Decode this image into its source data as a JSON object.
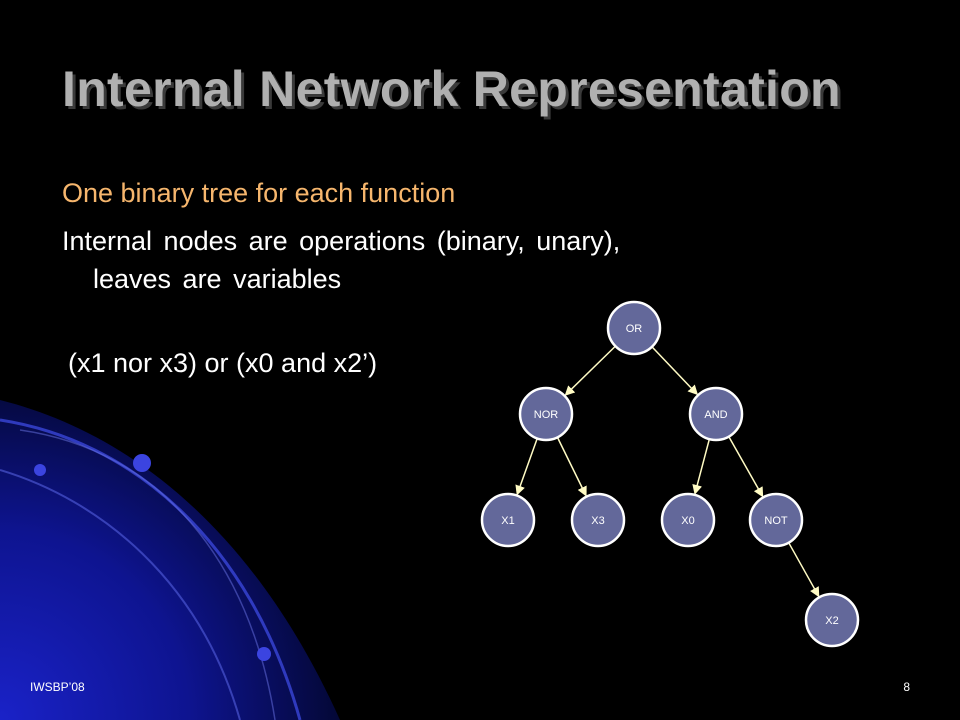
{
  "slide": {
    "title": "Internal Network Representation",
    "bullets": [
      "One binary tree for each function",
      "Internal nodes are operations (binary, unary),",
      "leaves are variables"
    ],
    "expression": "(x1 nor x3) or (x0 and x2’)",
    "footer_left": "IWSBP’08",
    "footer_right": "8"
  },
  "colors": {
    "background": "#000000",
    "title": "#b0b0b0",
    "bullet_highlight": "#f6b66d",
    "text": "#ffffff",
    "node_fill": "#63689a",
    "node_border": "#ffffff",
    "arrow": "#fffbc4"
  },
  "tree": {
    "nodes": [
      {
        "id": "or",
        "label": "OR"
      },
      {
        "id": "nor",
        "label": "NOR"
      },
      {
        "id": "and",
        "label": "AND"
      },
      {
        "id": "x1",
        "label": "X1"
      },
      {
        "id": "x3",
        "label": "X3"
      },
      {
        "id": "x0",
        "label": "X0"
      },
      {
        "id": "not",
        "label": "NOT"
      },
      {
        "id": "x2",
        "label": "X2"
      }
    ],
    "edges": [
      {
        "from": "or",
        "to": "nor"
      },
      {
        "from": "or",
        "to": "and"
      },
      {
        "from": "nor",
        "to": "x1"
      },
      {
        "from": "nor",
        "to": "x3"
      },
      {
        "from": "and",
        "to": "x0"
      },
      {
        "from": "and",
        "to": "not"
      },
      {
        "from": "not",
        "to": "x2"
      }
    ]
  }
}
